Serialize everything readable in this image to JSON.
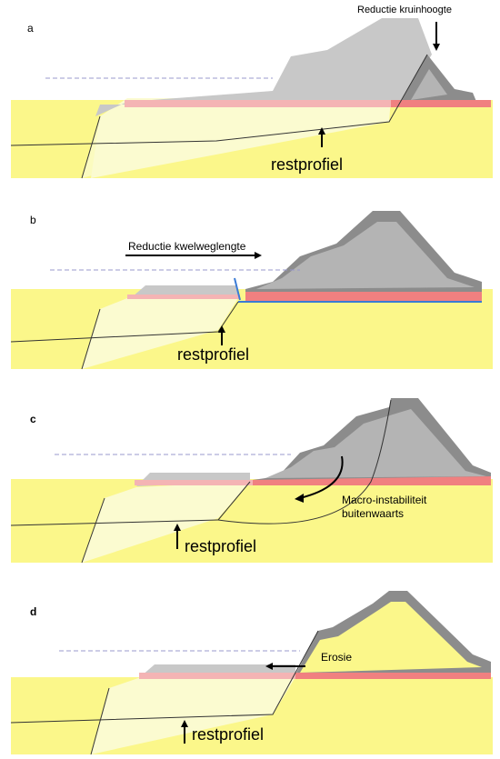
{
  "panels": [
    {
      "letter": "a",
      "annotation": "Reductie kruinhoogte",
      "residual_label": "restprofiel"
    },
    {
      "letter": "b",
      "annotation": "Reductie kwelweglengte",
      "residual_label": "restprofiel"
    },
    {
      "letter": "c",
      "annotation_line1": "Macro-instabiliteit",
      "annotation_line2": "buitenwaarts",
      "residual_label": "restprofiel"
    },
    {
      "letter": "d",
      "annotation": "Erosie",
      "residual_label": "restprofiel"
    }
  ],
  "colors": {
    "subsoil": "#fbf78a",
    "residual_zone": "#fbfbc4",
    "lost_material": "#c8c8c8",
    "dike_core": "#b4b4b4",
    "dike_cover": "#8c8c8c",
    "clay_layer": "#f08080",
    "water_level": "#9999cc",
    "seepage_line": "#3a7bd5"
  }
}
